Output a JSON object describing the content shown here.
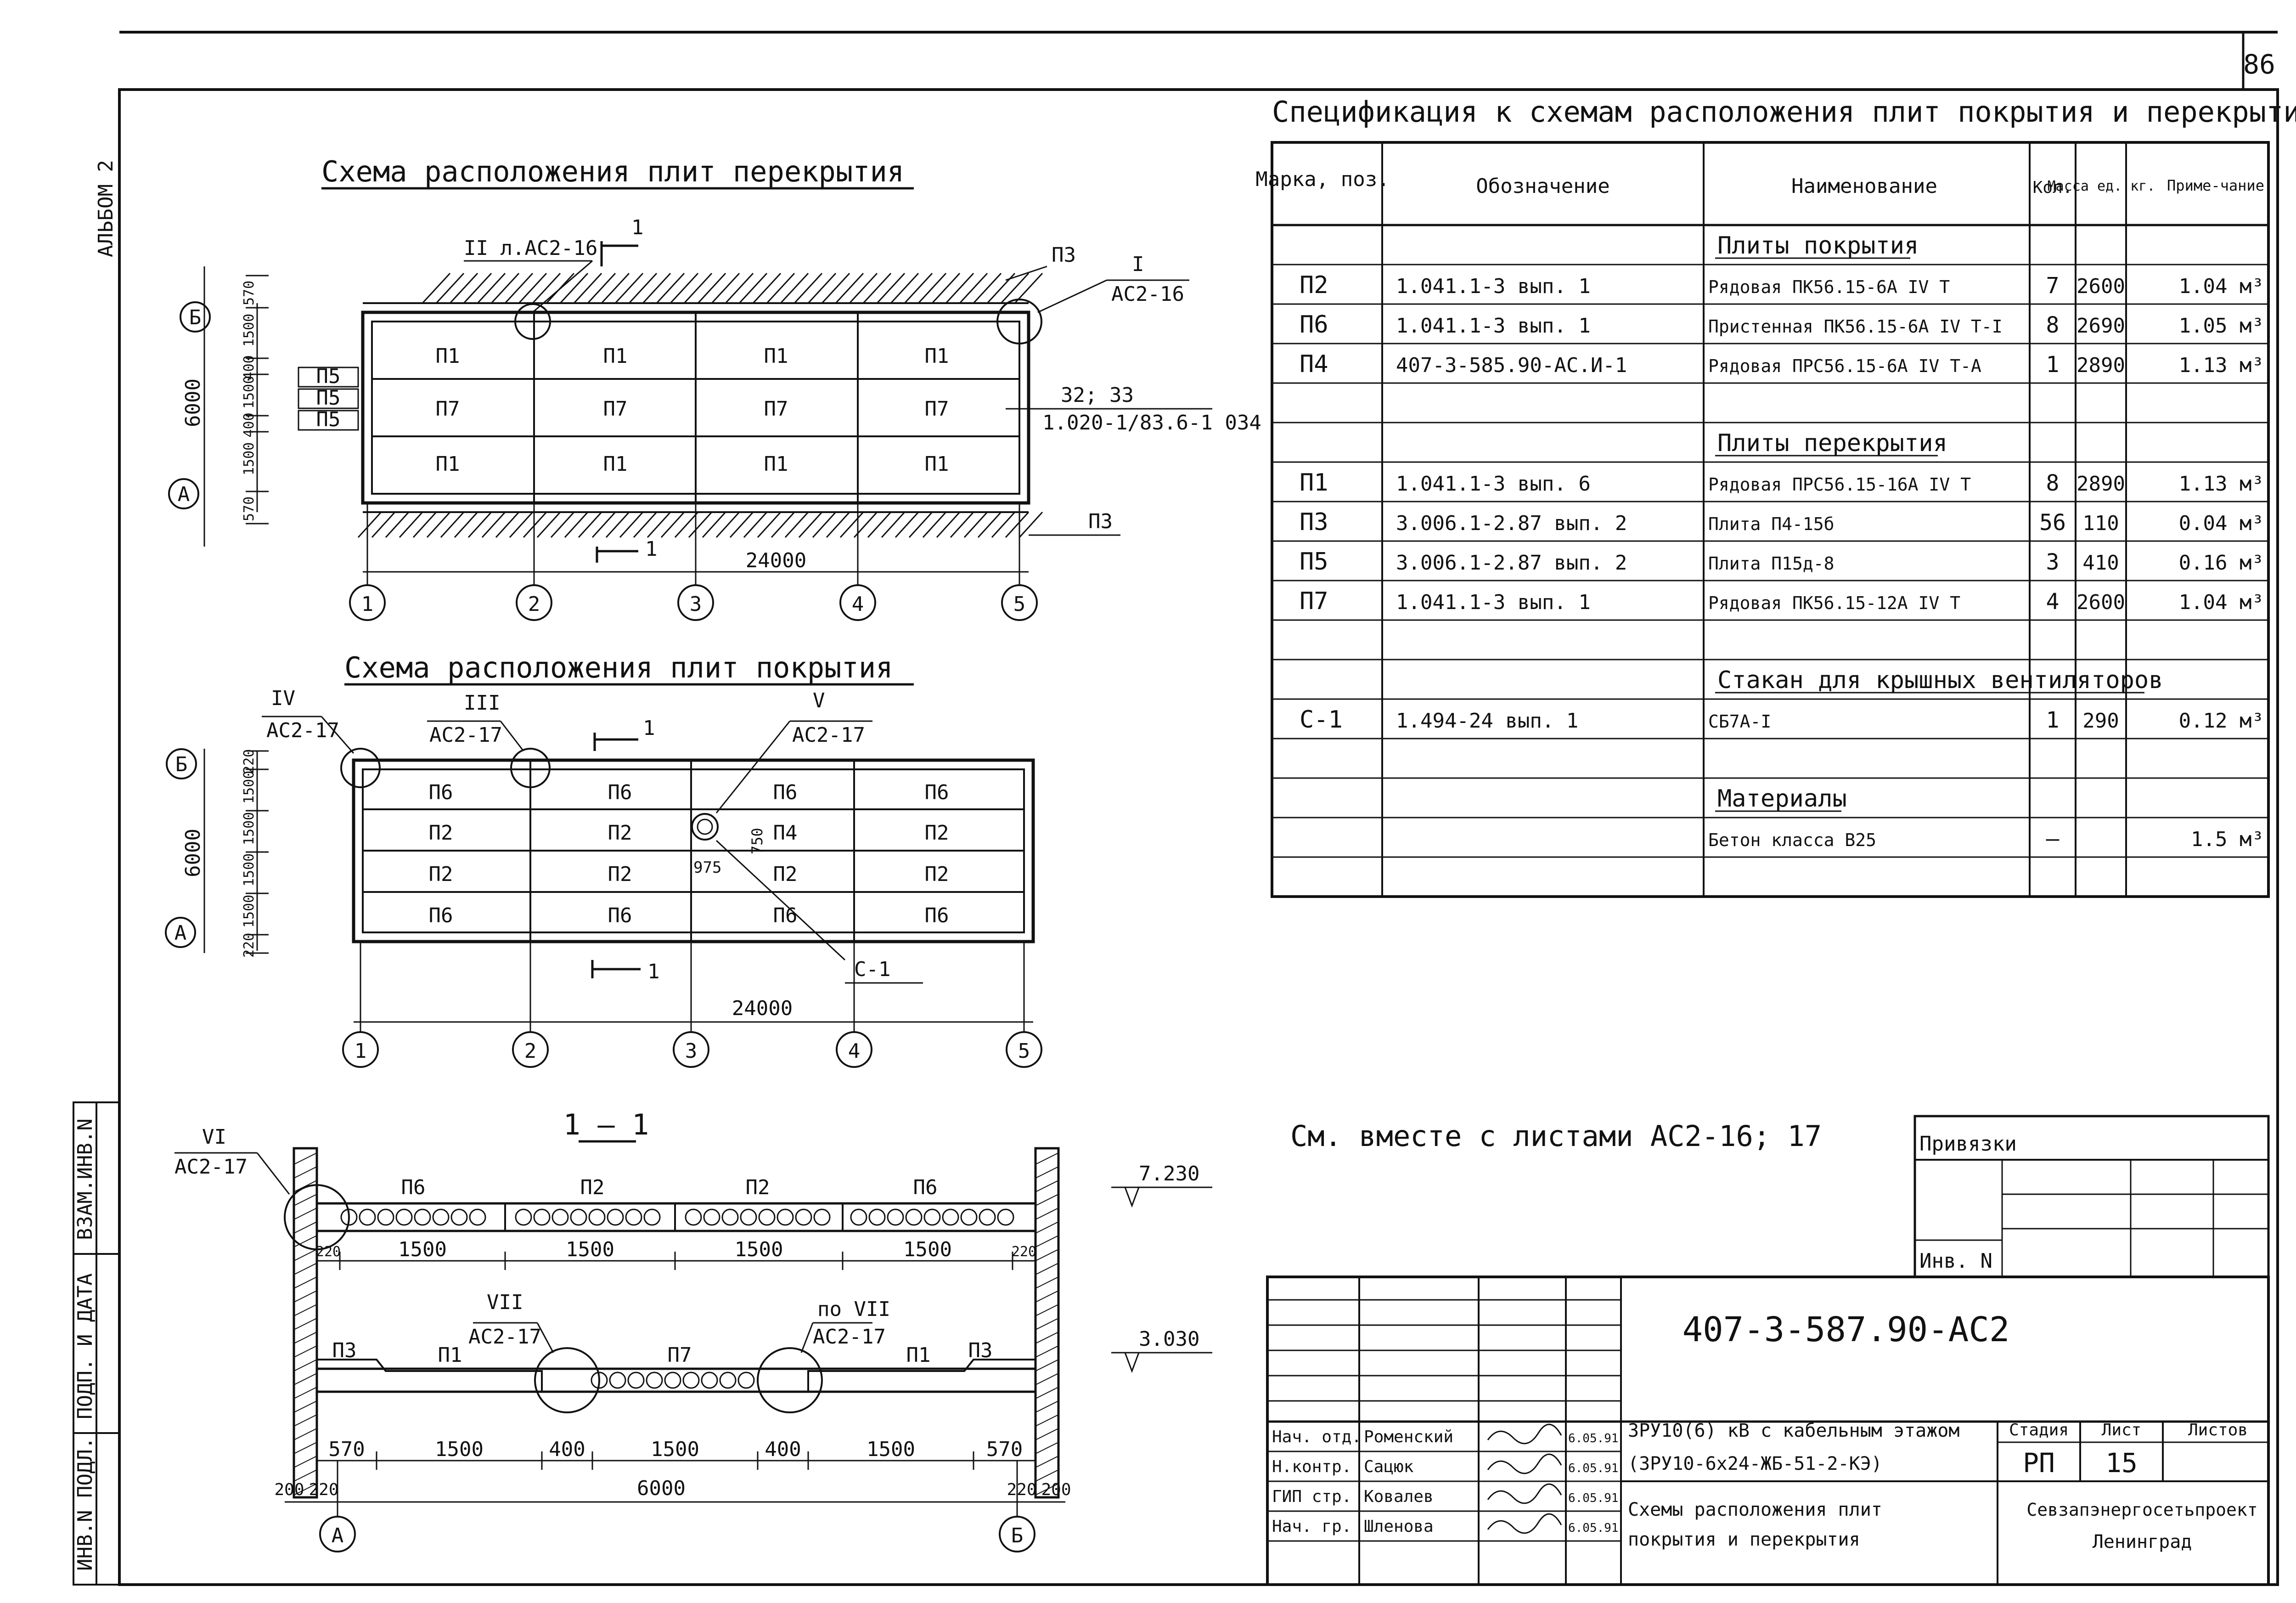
{
  "sheet": {
    "page_number": "86",
    "album_stamp": "АЛЬБОМ 2",
    "side_stamp": [
      "ИНВ.N ПОДЛ.",
      "ПОДП. И ДАТА",
      "ВЗАМ.ИНВ.N"
    ]
  },
  "plan_floor": {
    "title": "Схема расположения плит перекрытия",
    "axes_rows": [
      "Б",
      "А"
    ],
    "axes_cols": [
      "1",
      "2",
      "3",
      "4",
      "5"
    ],
    "dim_total": "24000",
    "dim_vertical": "6000",
    "dims_left": [
      "570",
      "1500",
      "400",
      "1500",
      "400",
      "1500",
      "570"
    ],
    "grid_rows": [
      [
        "П1",
        "П1",
        "П1",
        "П1"
      ],
      [
        "П7",
        "П7",
        "П7",
        "П7"
      ],
      [
        "П1",
        "П1",
        "П1",
        "П1"
      ]
    ],
    "small_marks": [
      "П5",
      "П5",
      "П5"
    ],
    "edge_mark_top": "П3",
    "edge_mark_bottom": "П3",
    "callout_ref_left": "II л.АС2-16",
    "callout_ref_right_num": "I",
    "callout_ref_right": "АС2-16",
    "note_line1": "32; 33",
    "note_line2": "1.020-1/83.6-1 034",
    "section_mark": "1"
  },
  "plan_roof": {
    "title": "Схема расположения плит покрытия",
    "axes_rows": [
      "Б",
      "А"
    ],
    "axes_cols": [
      "1",
      "2",
      "3",
      "4",
      "5"
    ],
    "dim_total": "24000",
    "dim_vertical": "6000",
    "dims_left": [
      "220",
      "1500",
      "1500",
      "1500",
      "1500",
      "220"
    ],
    "grid_rows": [
      [
        "П6",
        "П6",
        "П6",
        "П6"
      ],
      [
        "П2",
        "П2",
        "П4",
        "П2"
      ],
      [
        "П2",
        "П2",
        "П2",
        "П2"
      ],
      [
        "П6",
        "П6",
        "П6",
        "П6"
      ]
    ],
    "callout_iv": "IV",
    "callout_iii": "III",
    "callout_v": "V",
    "callout_ref": "АС2-17",
    "dim_975": "975",
    "dim_750": "750",
    "c1_label": "С-1",
    "section_mark": "1"
  },
  "section": {
    "title": "1 — 1",
    "top_marks": [
      "П6",
      "П2",
      "П2",
      "П6"
    ],
    "top_dims": [
      "220",
      "1500",
      "1500",
      "1500",
      "1500",
      "220"
    ],
    "level_top": "7.230",
    "level_mid": "3.030",
    "callout_vi": "VI",
    "callout_vi_ref": "АС2-17",
    "callout_vii_left": "VII",
    "callout_vii_right": "по VII",
    "callout_vii_ref": "АС2-17",
    "bottom_marks": [
      "П3",
      "П1",
      "П7",
      "П1",
      "П3"
    ],
    "bottom_dims": [
      "570",
      "1500",
      "400",
      "1500",
      "400",
      "1500",
      "570"
    ],
    "end_dims": [
      "200",
      "220",
      "220",
      "200"
    ],
    "dim_total": "6000",
    "axes": [
      "А",
      "Б"
    ]
  },
  "spec": {
    "title": "Спецификация к схемам расположения плит покрытия и перекрытия.",
    "headers": [
      "Марка, поз.",
      "Обозначение",
      "Наименование",
      "Кол.",
      "Масса ед. кг.",
      "Приме-чание"
    ],
    "rows": [
      {
        "type": "group",
        "name": "Плиты покрытия"
      },
      {
        "type": "item",
        "mark": "П2",
        "code": "1.041.1-3   вып. 1",
        "name": "Рядовая ПК56.15-6А IV Т",
        "qty": "7",
        "mass": "2600",
        "note": "1.04 м³"
      },
      {
        "type": "item",
        "mark": "П6",
        "code": "1.041.1-3   вып. 1",
        "name": "Пристенная ПК56.15-6А IV Т-I",
        "qty": "8",
        "mass": "2690",
        "note": "1.05 м³"
      },
      {
        "type": "item",
        "mark": "П4",
        "code": "407-3-585.90-АС.И-1",
        "name": "Рядовая ПРС56.15-6А IV Т-А",
        "qty": "1",
        "mass": "2890",
        "note": "1.13 м³"
      },
      {
        "type": "blank"
      },
      {
        "type": "group",
        "name": "Плиты перекрытия"
      },
      {
        "type": "item",
        "mark": "П1",
        "code": "1.041.1-3   вып. 6",
        "name": "Рядовая ПРС56.15-16А IV Т",
        "qty": "8",
        "mass": "2890",
        "note": "1.13 м³"
      },
      {
        "type": "item",
        "mark": "П3",
        "code": "3.006.1-2.87  вып. 2",
        "name": "Плита П4-15б",
        "qty": "56",
        "mass": "110",
        "note": "0.04 м³"
      },
      {
        "type": "item",
        "mark": "П5",
        "code": "3.006.1-2.87  вып. 2",
        "name": "Плита П15д-8",
        "qty": "3",
        "mass": "410",
        "note": "0.16 м³"
      },
      {
        "type": "item",
        "mark": "П7",
        "code": "1.041.1-3   вып. 1",
        "name": "Рядовая ПК56.15-12А IV Т",
        "qty": "4",
        "mass": "2600",
        "note": "1.04 м³"
      },
      {
        "type": "blank"
      },
      {
        "type": "group",
        "name": "Стакан для крышных вентиляторов"
      },
      {
        "type": "item",
        "mark": "С-1",
        "code": "1.494-24    вып. 1",
        "name": "СБ7А-I",
        "qty": "1",
        "mass": "290",
        "note": "0.12 м³"
      },
      {
        "type": "blank"
      },
      {
        "type": "group",
        "name": "Материалы"
      },
      {
        "type": "item",
        "mark": "",
        "code": "",
        "name": "Бетон класса В25",
        "qty": "—",
        "mass": "",
        "note": "1.5 м³"
      },
      {
        "type": "blank"
      }
    ]
  },
  "see_also": "См. вместе с листами АС2-16; 17",
  "privyazki": {
    "title": "Привязки",
    "inv": "Инв. N"
  },
  "title_block": {
    "code": "407-3-587.90-АС2",
    "people": [
      {
        "role": "Нач. отд.",
        "name": "Роменский",
        "date": "6.05.91"
      },
      {
        "role": "Н.контр.",
        "name": "Сацюк",
        "date": "6.05.91"
      },
      {
        "role": "ГИП стр.",
        "name": "Ковалев",
        "date": "6.05.91"
      },
      {
        "role": "Нач. гр.",
        "name": "Шленова",
        "date": "6.05.91"
      }
    ],
    "project_line1": "ЗРУ10(6) кВ с кабельным этажом",
    "project_line2": "(ЗРУ10-6х24-ЖБ-51-2-КЭ)",
    "sheet_title_line1": "Схемы расположения плит",
    "sheet_title_line2": "покрытия и перекрытия",
    "stage_label": "Стадия",
    "sheet_label": "Лист",
    "sheets_label": "Листов",
    "stage": "РП",
    "sheet": "15",
    "sheets": "",
    "org_line1": "Севзапэнергосетьпроект",
    "org_line2": "Ленинград"
  }
}
